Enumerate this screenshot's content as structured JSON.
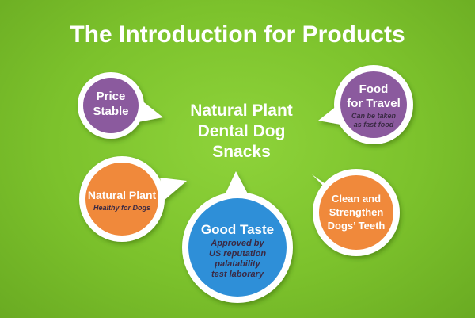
{
  "title": "The Introduction for Products",
  "center": {
    "lines": [
      "Natural Plant",
      "Dental Dog",
      "Snacks"
    ]
  },
  "colors": {
    "background": "#7cc22c",
    "purple": "#8b5a9e",
    "orange": "#f0893a",
    "blue": "#2f8fd8",
    "ring": "#ffffff",
    "sub_text_dark": "#3a2a44"
  },
  "bubbles": {
    "price": {
      "label_lines": [
        "Price",
        "Stable"
      ]
    },
    "food": {
      "label_lines": [
        "Food",
        "for Travel"
      ],
      "sub_lines": [
        "Can be taken",
        "as fast food"
      ]
    },
    "natural": {
      "label_lines": [
        "Natural Plant"
      ],
      "sub_lines": [
        "Healthy for Dogs"
      ]
    },
    "taste": {
      "label_lines": [
        "Good Taste"
      ],
      "sub_lines": [
        "Approved by",
        "US reputation",
        "palatability",
        "test laborary"
      ]
    },
    "clean": {
      "label_lines": [
        "Clean and",
        "Strengthen",
        "Dogs’ Teeth"
      ]
    }
  }
}
